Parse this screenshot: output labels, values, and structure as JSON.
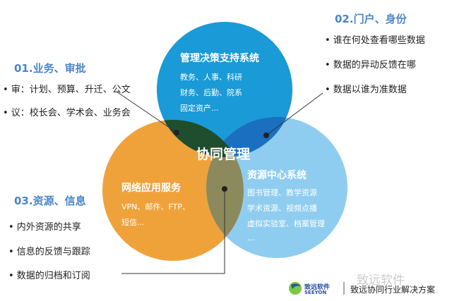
{
  "section1": {
    "title": "01.业务、审批",
    "items": [
      "• 审：计划、预算、升迁、公文",
      "• 议：校长会、学术会、业务会"
    ]
  },
  "section2": {
    "title": "02.门户、身份",
    "items": [
      "• 谁在何处查看哪些数据",
      "• 数据的异动反馈在哪",
      "• 数据以谁为准数据"
    ]
  },
  "section3": {
    "title": "03.资源、信息",
    "items": [
      "• 内外资源的共享",
      "• 信息的反馈与跟踪",
      "• 数据的归档和订阅"
    ]
  },
  "circle_top": {
    "title": "管理决策支持系统",
    "lines": [
      "教务、人事、科研",
      "财务、后勤、院系",
      "固定资产..."
    ]
  },
  "circle_left": {
    "title": "网络应用服务",
    "lines": [
      "VPN、邮件、FTP、",
      "短信..."
    ]
  },
  "circle_right": {
    "title": "资源中心系统",
    "lines": [
      "图书管理、教学资源",
      "学术资源、视频点播",
      "虚拟实验室、档案管理",
      "..."
    ]
  },
  "center": "协同管理",
  "footer": {
    "logo_cn": "致远软件",
    "logo_en": "SEEYON",
    "tagline": "致远协同行业解决方案",
    "watermark": "致远软件"
  },
  "colors": {
    "top": "#1a9ad6",
    "left": "#f0a23a",
    "right": "#8fcdf0",
    "top_left": "#1f4e2e",
    "top_right": "#1b6fc0",
    "left_right": "#8c8a5c",
    "center": "#1a4a2a"
  }
}
